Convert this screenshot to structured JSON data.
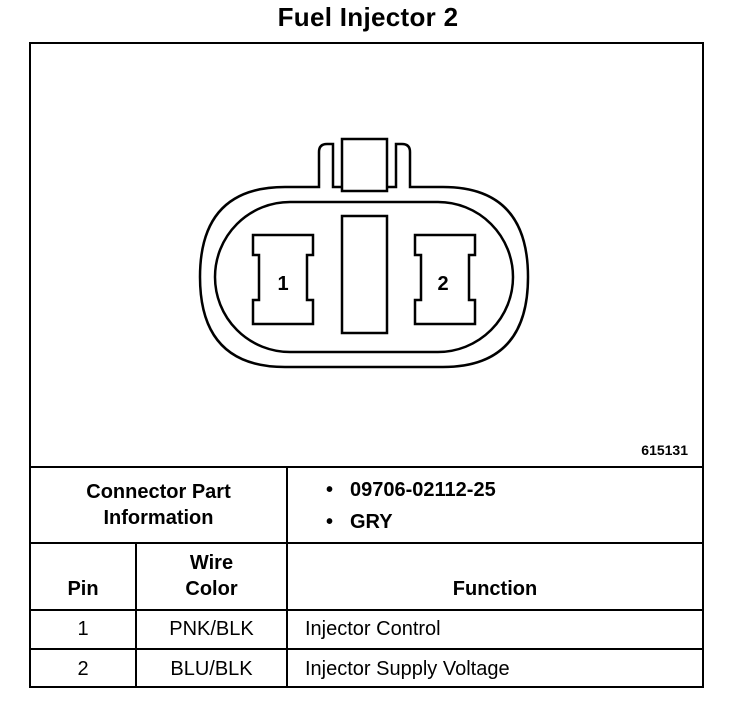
{
  "title": "Fuel Injector 2",
  "figure_number": "615131",
  "connector": {
    "pin_labels": [
      "1",
      "2"
    ]
  },
  "part_info": {
    "label_line1": "Connector Part",
    "label_line2": "Information",
    "bullet": "•",
    "items": [
      "09706-02112-25",
      "GRY"
    ]
  },
  "table": {
    "headers": {
      "pin": "Pin",
      "wire_color_line1": "Wire",
      "wire_color_line2": "Color",
      "function": "Function"
    },
    "rows": [
      {
        "pin": "1",
        "wire_color": "PNK/BLK",
        "function": "Injector Control"
      },
      {
        "pin": "2",
        "wire_color": "BLU/BLK",
        "function": "Injector Supply Voltage"
      }
    ]
  }
}
